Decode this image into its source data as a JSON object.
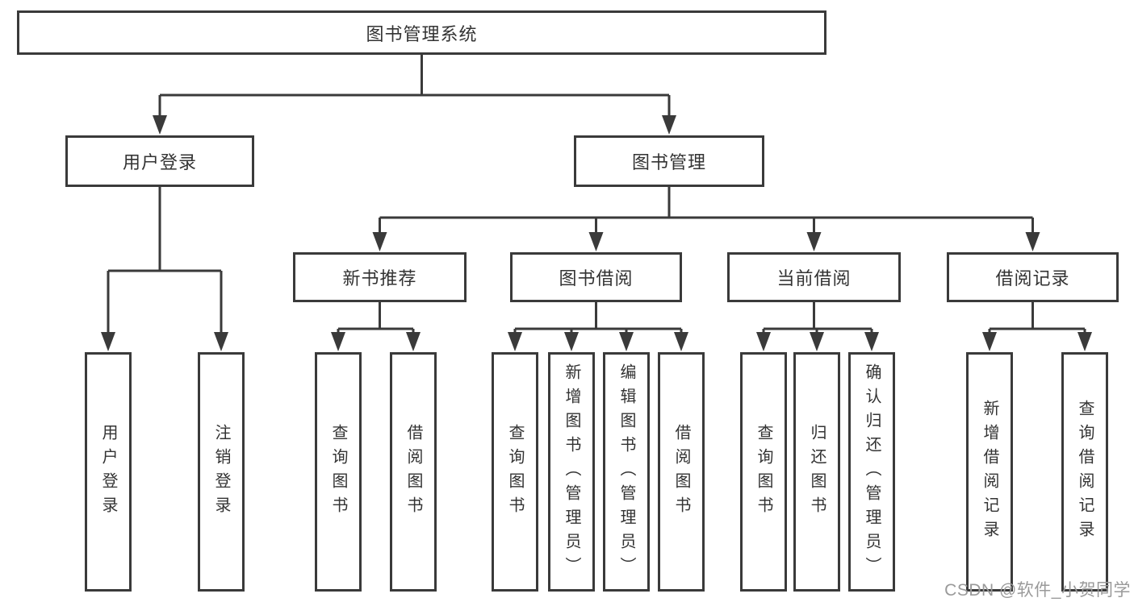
{
  "diagram": {
    "root": {
      "label": "图书管理系统",
      "children": [
        {
          "label": "用户登录",
          "children": [
            {
              "label": "用户登录"
            },
            {
              "label": "注销登录"
            }
          ]
        },
        {
          "label": "图书管理",
          "children": [
            {
              "label": "新书推荐",
              "children": [
                {
                  "label": "查询图书"
                },
                {
                  "label": "借阅图书"
                }
              ]
            },
            {
              "label": "图书借阅",
              "children": [
                {
                  "label": "查询图书"
                },
                {
                  "label": "新增图书（管理员）"
                },
                {
                  "label": "编辑图书（管理员）"
                },
                {
                  "label": "借阅图书"
                }
              ]
            },
            {
              "label": "当前借阅",
              "children": [
                {
                  "label": "查询图书"
                },
                {
                  "label": "归还图书"
                },
                {
                  "label": "确认归还（管理员）"
                }
              ]
            },
            {
              "label": "借阅记录",
              "children": [
                {
                  "label": "新增借阅记录"
                },
                {
                  "label": "查询借阅记录"
                }
              ]
            }
          ]
        }
      ]
    },
    "watermark": "CSDN @软件_小贺同学",
    "colors": {
      "line": "#3a3a3a",
      "text": "#333333",
      "background": "#ffffff",
      "watermark": "#9a9a9a"
    }
  }
}
